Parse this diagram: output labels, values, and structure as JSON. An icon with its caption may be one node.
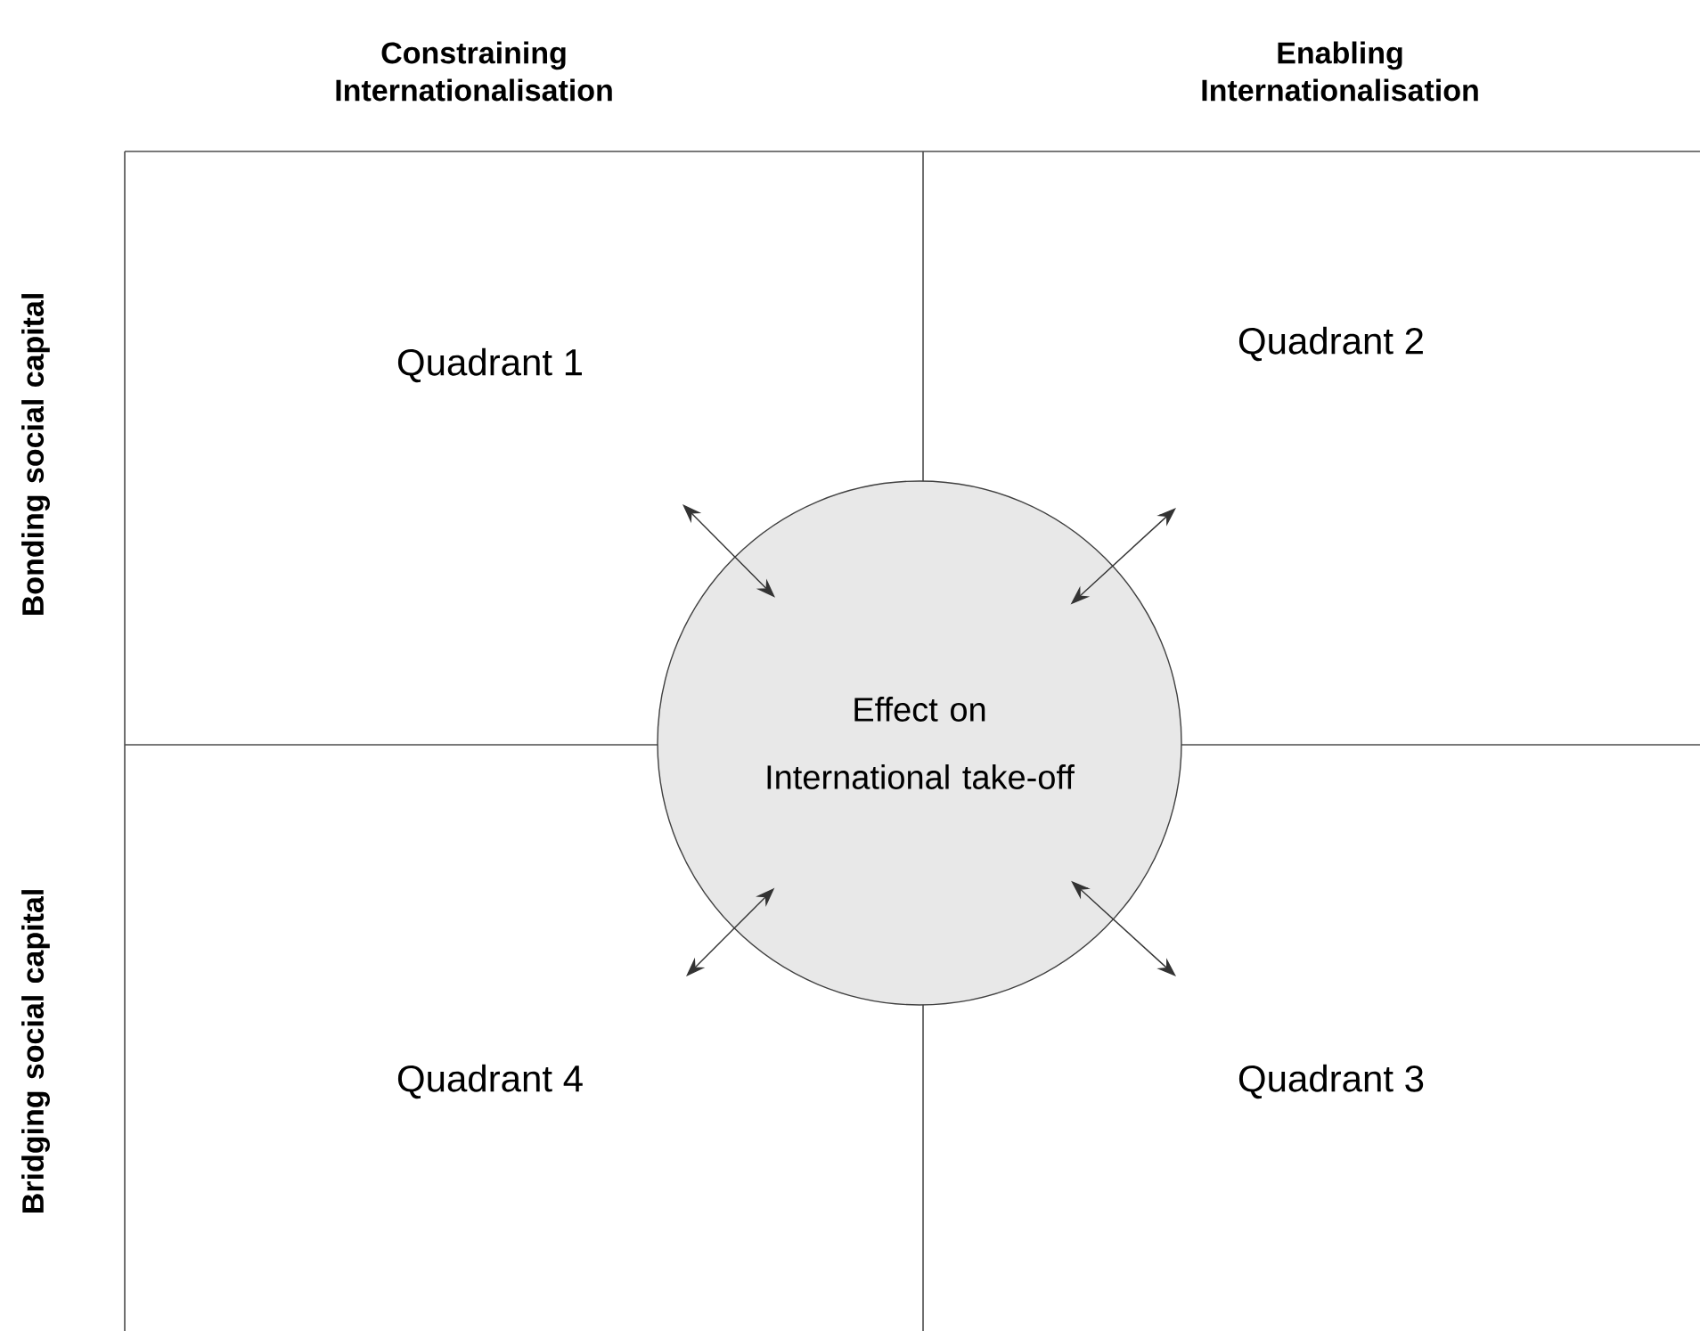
{
  "diagram": {
    "nodes": [
      {
        "text": [
          "Quadrant 1"
        ]
      },
      {
        "text": [
          "Quadrant 2"
        ]
      },
      {
        "text": [
          "Quadrant 3"
        ]
      },
      {
        "text": [
          "Quadrant 4"
        ]
      },
      {
        "text": [
          "Effect on",
          "International take-off"
        ]
      }
    ],
    "edges": [
      {
        "from": 4,
        "to": null,
        "arrow": "both"
      },
      {
        "from": 4,
        "to": null,
        "arrow": "both"
      },
      {
        "from": 4,
        "to": null,
        "arrow": "both"
      },
      {
        "from": 4,
        "to": null,
        "arrow": "both"
      }
    ],
    "labels": [
      "Constraining Internationalisation",
      "Enabling Internationalisation",
      "Bonding social capital",
      "Bridging social capital"
    ]
  }
}
